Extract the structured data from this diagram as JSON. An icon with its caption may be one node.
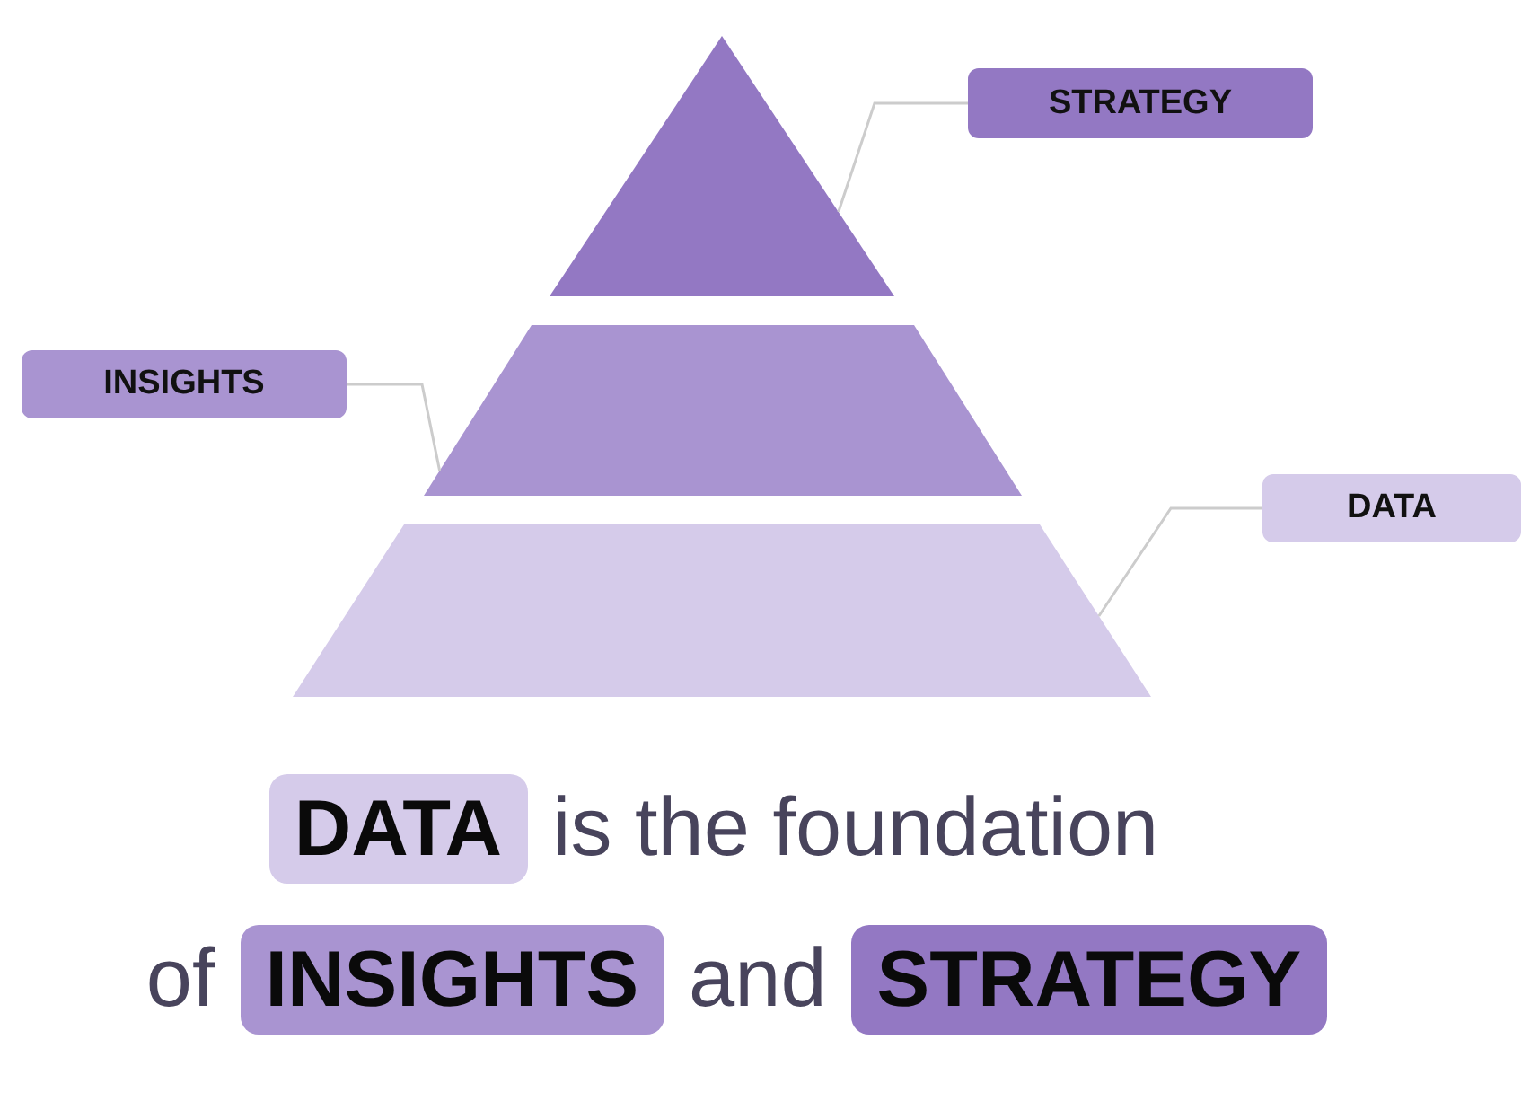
{
  "diagram": {
    "nodes": [
      {
        "text": [
          "STRATEGY"
        ]
      },
      {
        "text": [],
        "shape": "triangle"
      },
      {
        "text": [
          "INSIGHTS"
        ]
      },
      {
        "text": [],
        "shape": "trapezoid"
      },
      {
        "text": [
          "DATA"
        ]
      },
      {
        "text": [],
        "shape": "trapezoid"
      },
      {
        "text": [
          "DATA"
        ]
      },
      {
        "text": [
          "INSIGHTS"
        ]
      },
      {
        "text": [
          "STRATEGY"
        ]
      }
    ],
    "edges": [
      {
        "from": 0,
        "to": 1,
        "arrow": "none"
      },
      {
        "from": 2,
        "to": 3,
        "arrow": "none"
      },
      {
        "from": 4,
        "to": 5,
        "arrow": "none"
      }
    ],
    "labels": [
      "is the foundation",
      "of",
      "and"
    ]
  }
}
